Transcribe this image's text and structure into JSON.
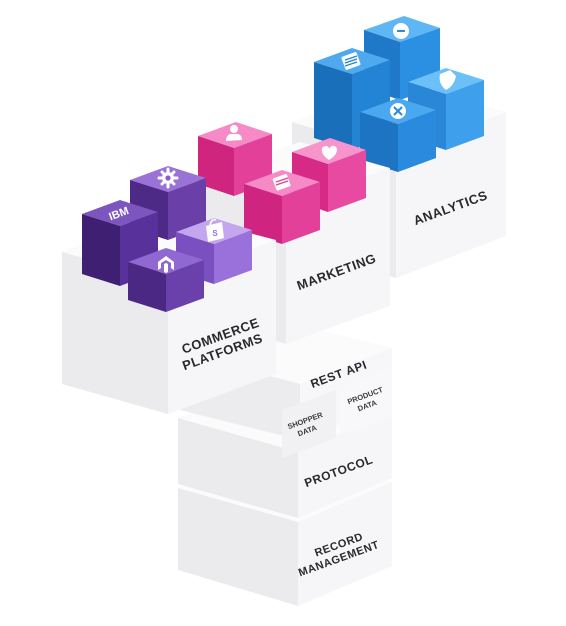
{
  "layers": {
    "record_management": [
      "RECORD",
      "MANAGEMENT"
    ],
    "protocol": "PROTOCOL",
    "shopper_data": [
      "SHOPPER",
      "DATA"
    ],
    "product_data": [
      "PRODUCT",
      "DATA"
    ],
    "rest_api": "REST API",
    "commerce_platforms": [
      "COMMERCE",
      "PLATFORMS"
    ],
    "marketing": "MARKETING",
    "analytics": "ANALYTICS"
  },
  "logos": {
    "ibm": "IBM"
  },
  "icons": {
    "commerce": [
      "gear-icon",
      "ibm-logo-icon",
      "shopify-bag-icon",
      "magento-logo-icon"
    ],
    "marketing": [
      "user-icon",
      "heart-icon",
      "document-icon"
    ],
    "analytics": [
      "document-icon",
      "dash-icon",
      "shield-icon",
      "plus-icon"
    ]
  },
  "colors": {
    "commerce": "#6a3fa8",
    "marketing": "#e6409c",
    "analytics": "#2b8fe0",
    "block": "#f2f2f4"
  }
}
